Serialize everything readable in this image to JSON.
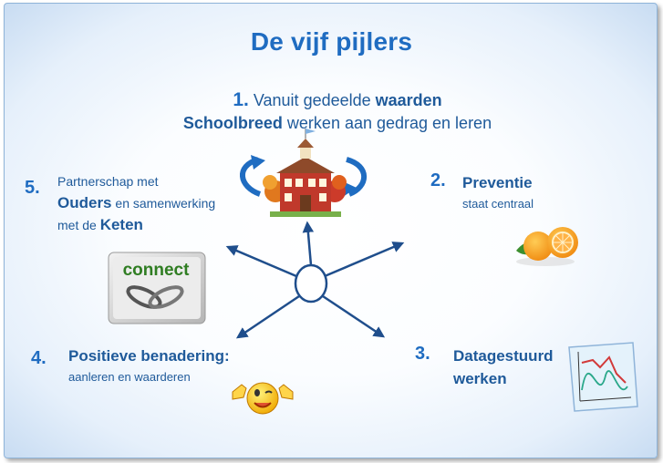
{
  "title": "De vijf pijlers",
  "pillars": [
    {
      "number": "1.",
      "line1_pre": "Vanuit gedeelde ",
      "line1_bold": "waarden",
      "line2_bold": "Schoolbreed",
      "line2_post": " werken aan gedrag en leren",
      "icon": "school-building-icon"
    },
    {
      "number": "2.",
      "title": "Preventie",
      "subtitle": "staat centraal",
      "icon": "oranges-icon"
    },
    {
      "number": "3.",
      "title_line1": "Datagestuurd",
      "title_line2": "werken",
      "icon": "graph-chart-icon"
    },
    {
      "number": "4.",
      "title": "Positieve benadering:",
      "subtitle": "aanleren en waarderen",
      "icon": "thumbs-up-smiley-icon"
    },
    {
      "number": "5.",
      "line1": "Partnerschap met",
      "line2_bold": "Ouders",
      "line2_post": " en samenwerking",
      "line3_pre": "met de ",
      "line3_bold": "Keten",
      "icon": "connect-chain-icon",
      "icon_label": "connect"
    }
  ],
  "colors": {
    "title": "#1f6cc1",
    "text": "#1f5a9a",
    "arrows": "#1f4e8c",
    "border": "#8fb4d9"
  }
}
